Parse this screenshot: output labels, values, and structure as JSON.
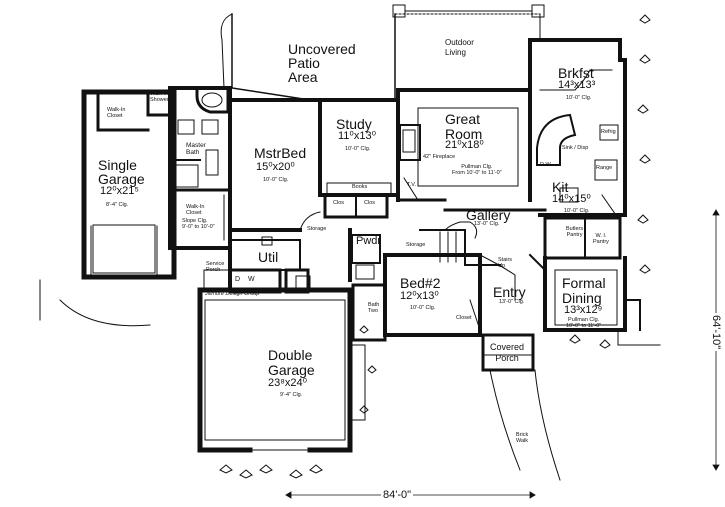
{
  "rooms": {
    "single_garage": {
      "name": "Single\nGarage",
      "dims": "12⁰x21⁵",
      "ceiling": "8'-4\" Clg."
    },
    "walkin_closet_top": {
      "name": "Walk-In\nCloset"
    },
    "walkin_shower": {
      "name": "Walk-In\nShower"
    },
    "master_bath": {
      "name": "Master\nBath"
    },
    "walkin_closet_low": {
      "name": "Walk-In\nCloset",
      "ceiling": "Slope Clg.\n9'-0\" to 10'-0\""
    },
    "mstr_bed": {
      "name": "MstrBed",
      "dims": "15⁰x20⁰",
      "ceiling": "10'-0\" Clg."
    },
    "uncovered_patio": {
      "name": "Uncovered\nPatio\nArea"
    },
    "outdoor_living": {
      "name": "Outdoor\nLiving"
    },
    "study": {
      "name": "Study",
      "dims": "11⁰x13⁰",
      "ceiling": "10'-0\" Clg."
    },
    "great_room": {
      "name": "Great\nRoom",
      "dims": "21⁰x18⁰",
      "ceiling": "Pullman Clg.\nFrom 10'-0\" to 11'-0\"",
      "fireplace": "42\" Fireplace",
      "tv": "T.V."
    },
    "brkfst": {
      "name": "Brkfst",
      "dims": "14³x13³",
      "ceiling": "10'-0\" Clg."
    },
    "kit": {
      "name": "Kit",
      "dims": "14⁰x15⁰",
      "ceiling": "10'-0\" Clg.",
      "refrig": "Refrig",
      "sink": "Sink / Disp",
      "range": "Range",
      "dw": "D.W."
    },
    "gallery": {
      "name": "Gallery",
      "ceiling": "13'-0\" Clg."
    },
    "butlers_pantry": {
      "name": "Butlers\nPantry"
    },
    "wi_pantry": {
      "name": "W. I.\nPantry"
    },
    "pwdr": {
      "name": "Pwdr"
    },
    "util": {
      "name": "Util"
    },
    "service_porch": {
      "name": "Service\nPorch"
    },
    "bed2": {
      "name": "Bed#2",
      "dims": "12⁰x13⁰",
      "ceiling": "10'-0\" Clg."
    },
    "bath_two": {
      "name": "Bath\nTwo"
    },
    "entry": {
      "name": "Entry",
      "ceiling": "13'-0\" Clg."
    },
    "formal_dining": {
      "name": "Formal\nDining",
      "dims": "13³x12⁹",
      "ceiling": "Pullman Clg.\n10'-0\" to 11'-0\""
    },
    "covered_porch": {
      "name": "Covered\nPorch"
    },
    "double_garage": {
      "name": "Double\nGarage",
      "dims": "23⁸x24⁰",
      "ceiling": "9'-4\" Clg."
    }
  },
  "labels": {
    "books": "Books",
    "clos_a": "Clos",
    "clos_b": "Clos",
    "storage_a": "Storage",
    "storage_b": "Storage",
    "closet": "Closet",
    "stairs_up": "Stairs\nUp",
    "washer": "D",
    "dryer": "W",
    "brick_walk": "Brick\nWalk",
    "designer": "Jillmore Design Group"
  },
  "dimensions": {
    "width": "84'-0\"",
    "depth": "64'-10\""
  }
}
